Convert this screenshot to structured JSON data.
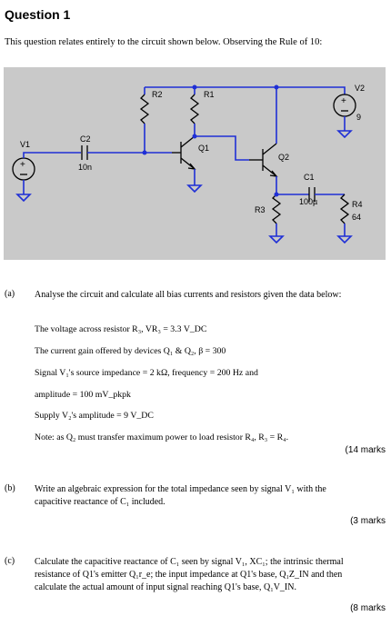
{
  "header": {
    "title": "Question 1",
    "intro": "This question relates entirely to the circuit shown below. Observing the Rule of 10:"
  },
  "circuit": {
    "labels": {
      "r2": "R2",
      "r1": "R1",
      "v2": "V2",
      "v2_value": "9",
      "v1": "V1",
      "c2": "C2",
      "c2_value": "10n",
      "q1": "Q1",
      "q2": "Q2",
      "c1": "C1",
      "c1_value": "100µ",
      "r3": "R3",
      "r4": "R4",
      "r4_value": "64"
    },
    "colors": {
      "background": "#c9c9c9",
      "wire": "#1f2fd6",
      "component": "#000000"
    }
  },
  "part_a": {
    "label": "(a)",
    "text": "Analyse the circuit and calculate all bias currents and resistors given the data below:",
    "data_lines": [
      "The voltage across resistor R₃, VR₃ = 3.3 V_DC",
      "The current gain offered by devices Q₁ & Q₂, β = 300",
      "Signal V₁'s source impedance = 2 kΩ, frequency = 200 Hz and",
      "amplitude = 100 mV_pkpk",
      "Supply V₂'s amplitude = 9 V_DC",
      "Note: as Q₂ must transfer maximum power to load resistor R₄, R₃ = R₄."
    ],
    "marks": "(14 marks"
  },
  "part_b": {
    "label": "(b)",
    "text_line1": "Write an algebraic expression for the total impedance seen by signal V₁ with the",
    "text_line2": "capacitive reactance of C₁ included.",
    "marks": "(3 marks"
  },
  "part_c": {
    "label": "(c)",
    "text_line1": "Calculate the capacitive reactance of C₁ seen by signal V₁, XC₁; the intrinsic thermal",
    "text_line2": "resistance of Q1's emitter Q₁r_e; the input impedance at Q1's base, Q₁Z_IN and then",
    "text_line3": "calculate the actual amount of input signal reaching Q1's base, Q₁V_IN.",
    "marks": "(8 marks"
  }
}
